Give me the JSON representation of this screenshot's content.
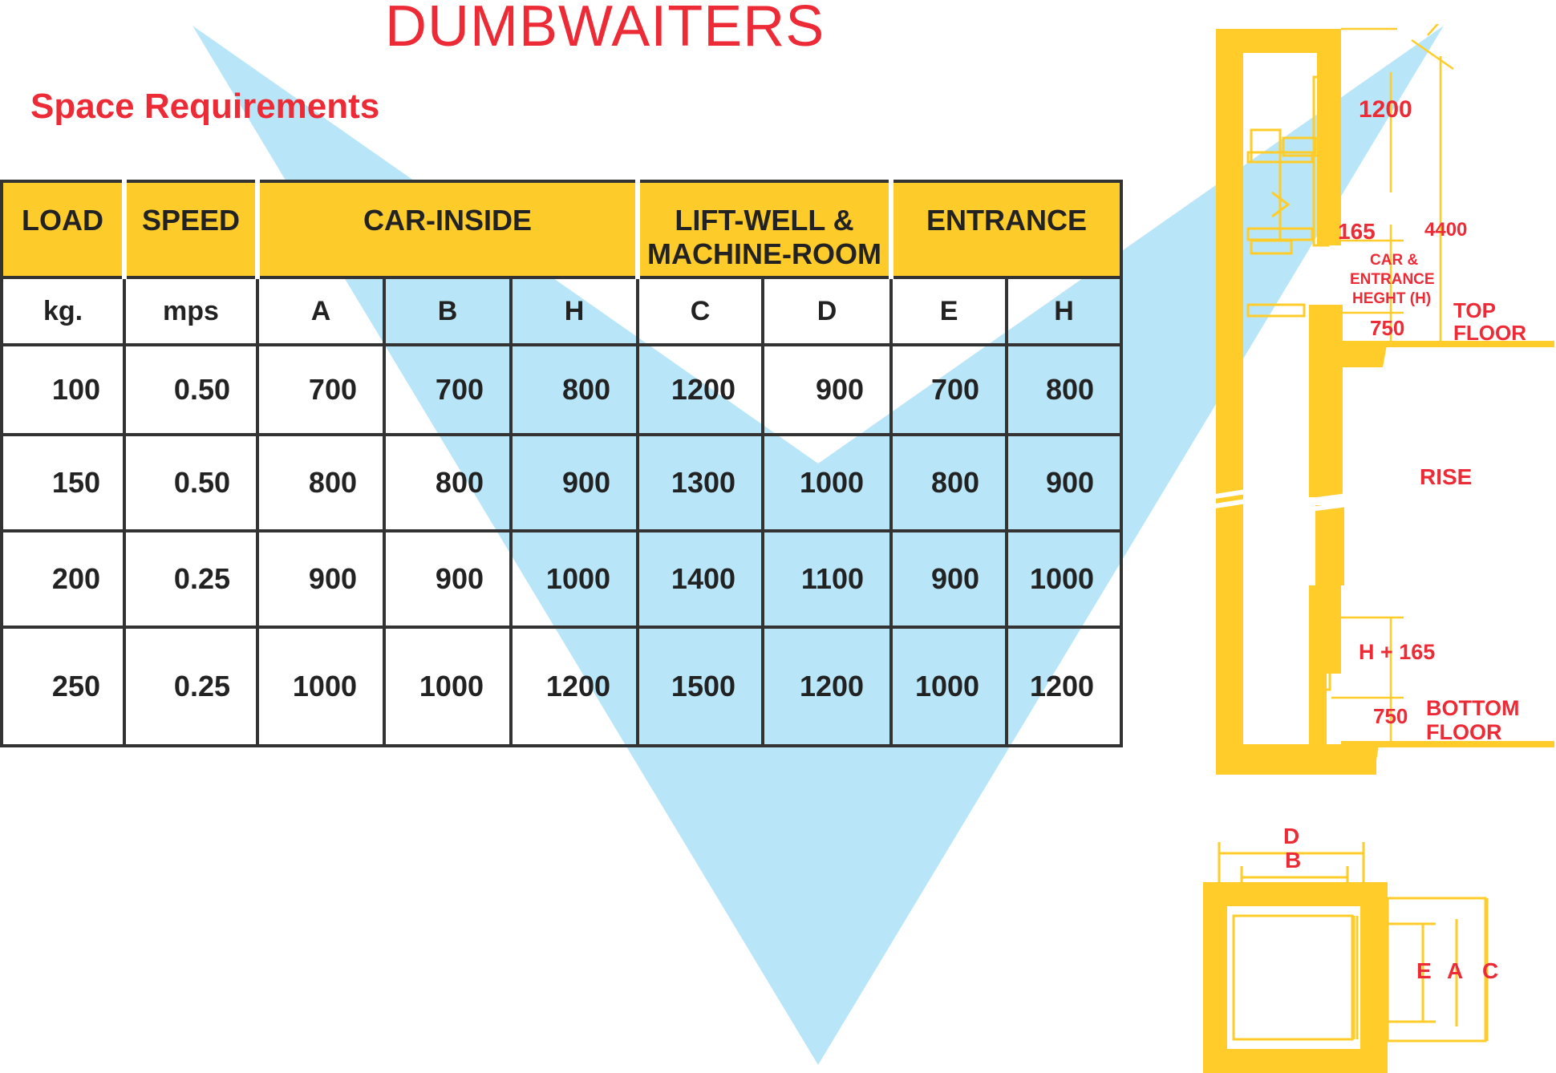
{
  "title": "DUMBWAITERS",
  "subtitle": "Space Requirements",
  "colors": {
    "accent_red": "#ec2b36",
    "header_yellow": "#fecc2a",
    "diagram_yellow": "#ffcc2a",
    "check_blue": "#b8e6f8",
    "grid": "#333333"
  },
  "table": {
    "groups": [
      {
        "label": "LOAD"
      },
      {
        "label": "SPEED"
      },
      {
        "label": "CAR-INSIDE"
      },
      {
        "label": "LIFT-WELL & MACHINE-ROOM",
        "line1": "LIFT-WELL &",
        "line2": "MACHINE-ROOM"
      },
      {
        "label": "ENTRANCE"
      }
    ],
    "units": [
      "kg.",
      "mps",
      "A",
      "B",
      "H",
      "C",
      "D",
      "E",
      "H"
    ],
    "rows": [
      [
        "100",
        "0.50",
        "700",
        "700",
        "800",
        "1200",
        "900",
        "700",
        "800"
      ],
      [
        "150",
        "0.50",
        "800",
        "800",
        "900",
        "1300",
        "1000",
        "800",
        "900"
      ],
      [
        "200",
        "0.25",
        "900",
        "900",
        "1000",
        "1400",
        "1100",
        "900",
        "1000"
      ],
      [
        "250",
        "0.25",
        "1000",
        "1000",
        "1200",
        "1500",
        "1200",
        "1000",
        "1200"
      ]
    ]
  },
  "section_diagram": {
    "dim_top": "1200",
    "dim_165": "165",
    "dim_total": "4400",
    "car_height_line1": "CAR &",
    "car_height_line2": "ENTRANCE",
    "car_height_line3": "HEGHT (H)",
    "dim_750_top": "750",
    "top_floor_line1": "TOP",
    "top_floor_line2": "FLOOR",
    "rise": "RISE",
    "h_plus": "H + 165",
    "dim_750_bottom": "750",
    "bottom_floor_line1": "BOTTOM",
    "bottom_floor_line2": "FLOOR"
  },
  "plan_diagram": {
    "d": "D",
    "b": "B",
    "e": "E",
    "a": "A",
    "c": "C"
  }
}
